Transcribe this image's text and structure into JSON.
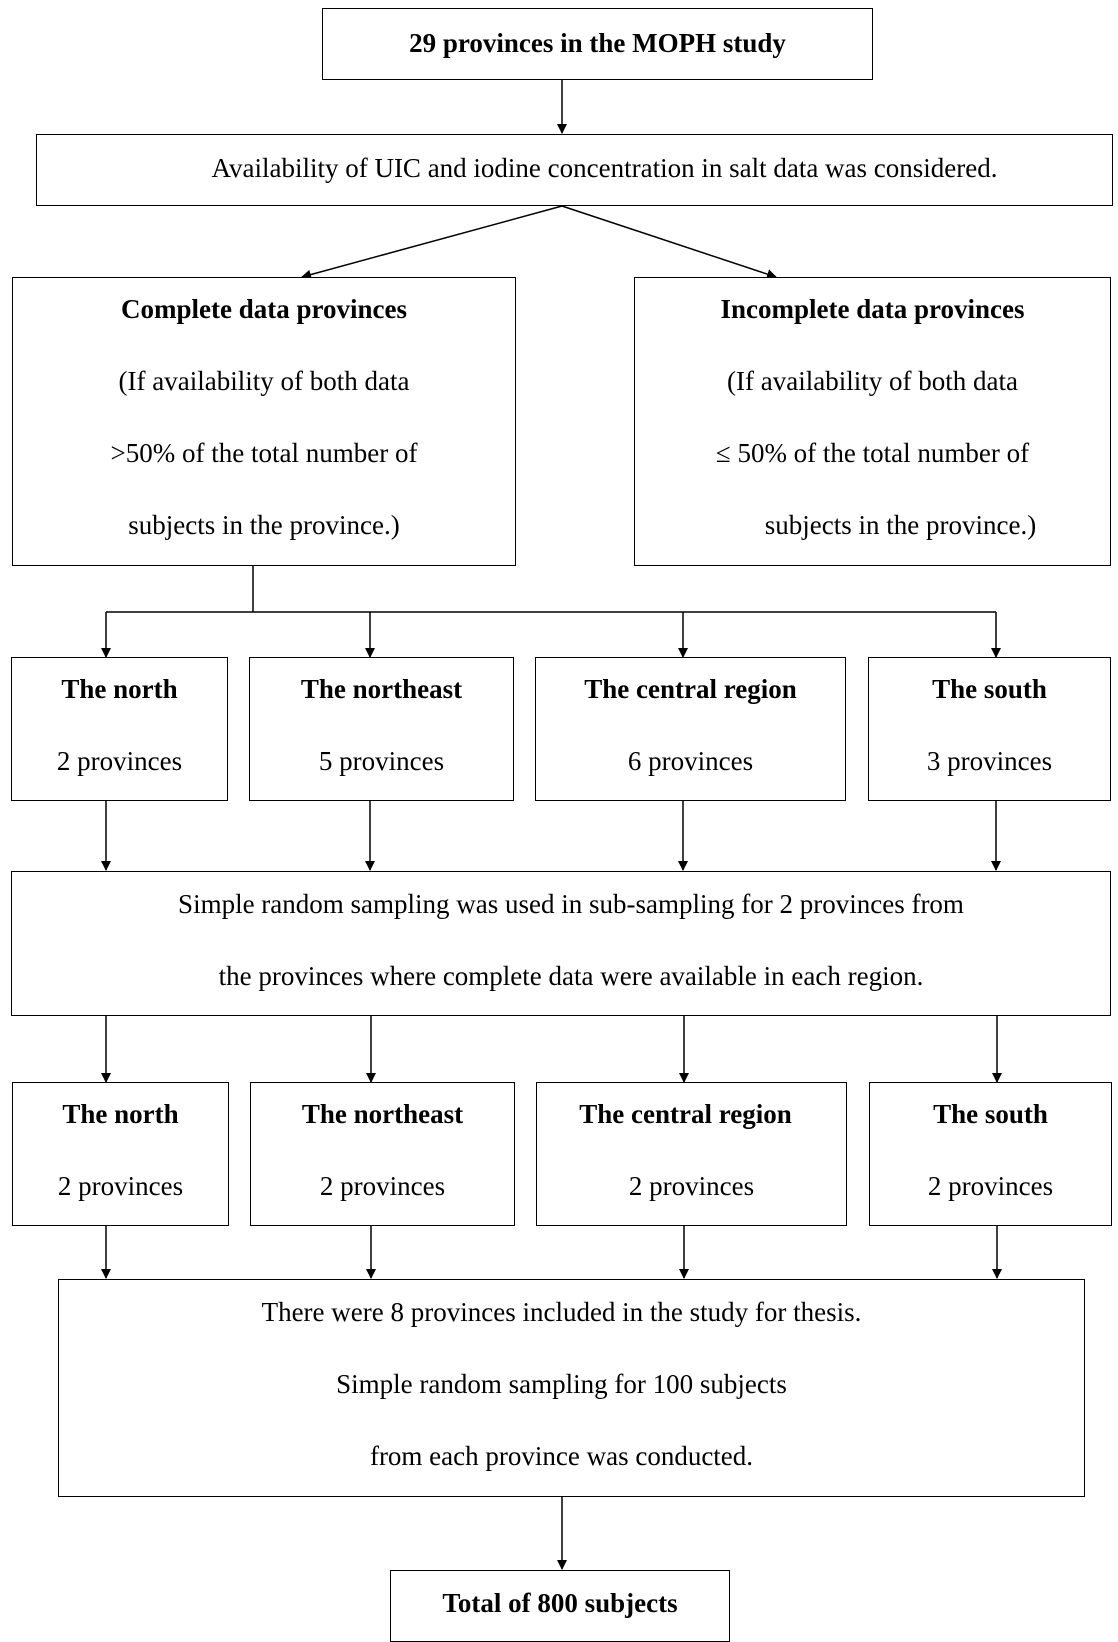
{
  "start": {
    "title": "29 provinces in the MOPH study"
  },
  "availability": {
    "text": "Availability of UIC and iodine concentration in salt data was considered."
  },
  "complete": {
    "title": "Complete data provinces",
    "lines": [
      "(If availability of both data",
      ">50% of the total number of",
      "subjects in the province.)"
    ]
  },
  "incomplete": {
    "title": "Incomplete data provinces",
    "lines": [
      "(If availability of both data",
      "≤ 50% of the total number of",
      "subjects in the province.)"
    ]
  },
  "regions_all": [
    {
      "name": "The north",
      "count": "2 provinces"
    },
    {
      "name": "The northeast",
      "count": "5 provinces"
    },
    {
      "name": "The central region",
      "count": "6 provinces"
    },
    {
      "name": "The south",
      "count": "3 provinces"
    }
  ],
  "sampling": {
    "lines": [
      "Simple random sampling was used in sub-sampling for 2 provinces from",
      "the provinces where complete data were available in each region."
    ]
  },
  "regions_selected": [
    {
      "name": "The north",
      "count": "2 provinces"
    },
    {
      "name": "The northeast",
      "count": "2 provinces"
    },
    {
      "name": "The central region",
      "count": "2 provinces"
    },
    {
      "name": "The south",
      "count": "2 provinces"
    }
  ],
  "included": {
    "lines": [
      "There were 8 provinces included in the study for thesis.",
      "Simple random sampling for 100 subjects",
      "from each province was conducted."
    ]
  },
  "total": {
    "title": "Total of 800 subjects"
  }
}
